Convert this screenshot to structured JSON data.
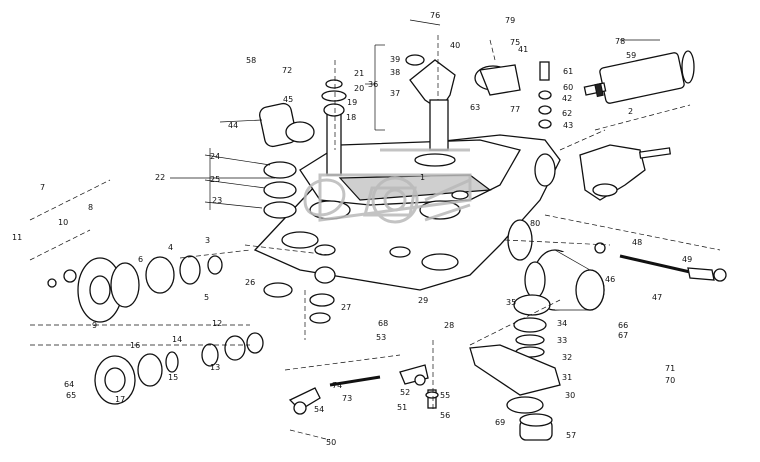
{
  "labels": [
    "1",
    "2",
    "3",
    "4",
    "5",
    "6",
    "7",
    "8",
    "9",
    "10",
    "11",
    "12",
    "13",
    "14",
    "15",
    "16",
    "17",
    "18",
    "19",
    "20",
    "21",
    "22",
    "23",
    "24",
    "25",
    "26",
    "27",
    "28",
    "29",
    "30",
    "31",
    "32",
    "33",
    "34",
    "35",
    "36",
    "37",
    "38",
    "39",
    "40",
    "41",
    "42",
    "43",
    "44",
    "45",
    "46",
    "47",
    "48",
    "49",
    "50",
    "51",
    "52",
    "53",
    "54",
    "55",
    "56",
    "57",
    "58",
    "59",
    "60",
    "61",
    "62",
    "63",
    "64",
    "65",
    "66",
    "67",
    "68",
    "69",
    "70",
    "71",
    "72",
    "73",
    "74",
    "75",
    "76",
    "77",
    "78",
    "79",
    "80"
  ],
  "watermark": "OPEX",
  "colors": {
    "ink": "#111111",
    "paper": "#ffffff",
    "watermark": "#b9b9b9"
  }
}
